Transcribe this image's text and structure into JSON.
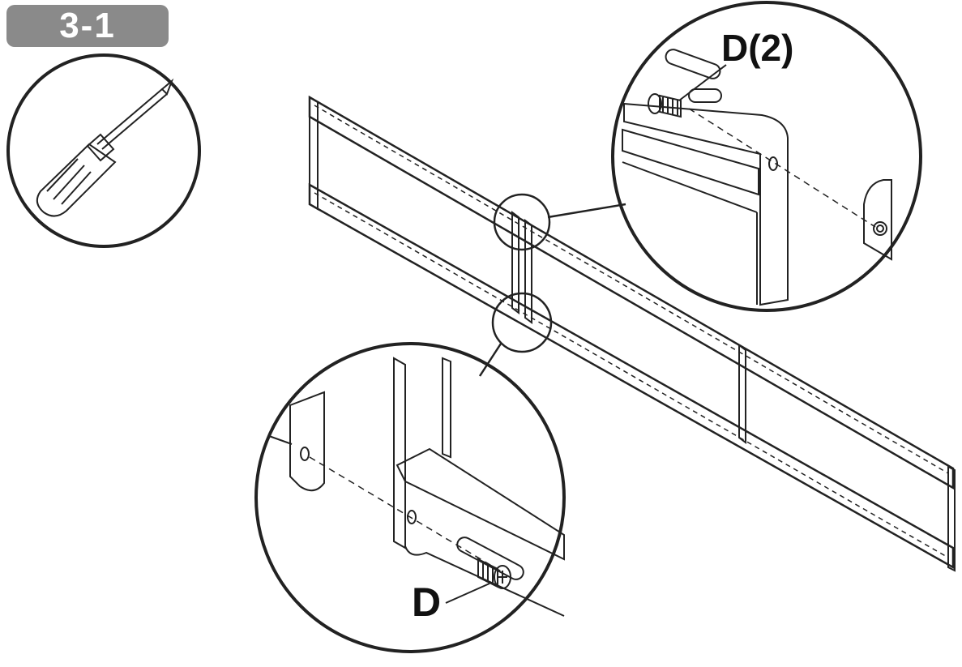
{
  "step": {
    "label": "3-1"
  },
  "callouts": {
    "top": "D(2)",
    "bottom": "D"
  },
  "icons": {
    "tool": "screwdriver-icon"
  },
  "colors": {
    "line": "#222222",
    "badge": "#8a8a8a"
  }
}
